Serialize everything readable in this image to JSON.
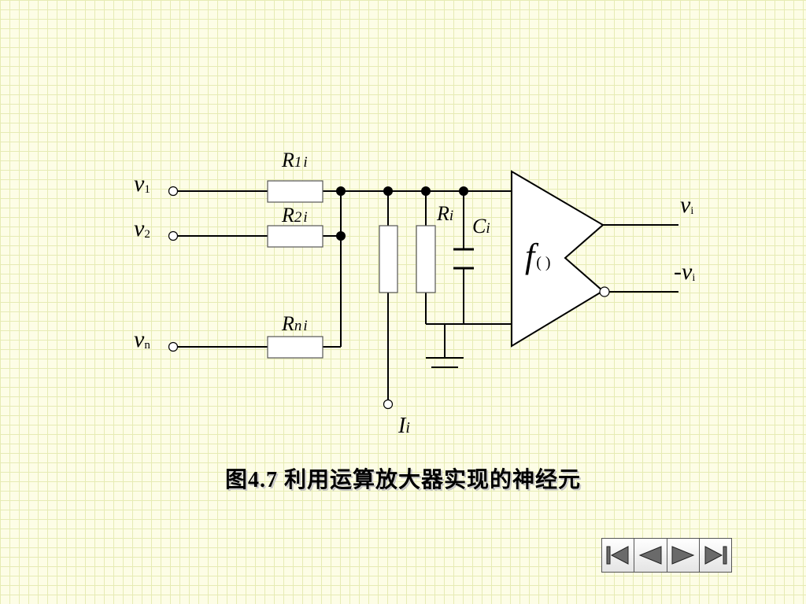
{
  "circuit": {
    "inputs": [
      {
        "var": "v",
        "sub": "1"
      },
      {
        "var": "v",
        "sub": "2"
      },
      {
        "var": "v",
        "sub": "n"
      }
    ],
    "resistors": [
      {
        "var": "R",
        "sub": "1",
        "sub2": "i"
      },
      {
        "var": "R",
        "sub": "2",
        "sub2": "i"
      },
      {
        "var": "R",
        "sub": "n",
        "sub2": "i"
      }
    ],
    "shunt_resistor": {
      "var": "R",
      "sub": "i"
    },
    "capacitor": {
      "var": "C",
      "sub": "i"
    },
    "current": {
      "var": "I",
      "sub": "i"
    },
    "amplifier": {
      "func": "f",
      "paren": "( )"
    },
    "outputs": [
      {
        "prefix": "",
        "var": "v",
        "sub": "i"
      },
      {
        "prefix": "-",
        "var": "v",
        "sub": "i"
      }
    ]
  },
  "caption": "图4.7 利用运算放大器实现的神经元",
  "nav": {
    "icons": [
      "first-slide-icon",
      "previous-slide-icon",
      "next-slide-icon",
      "last-slide-icon"
    ]
  }
}
